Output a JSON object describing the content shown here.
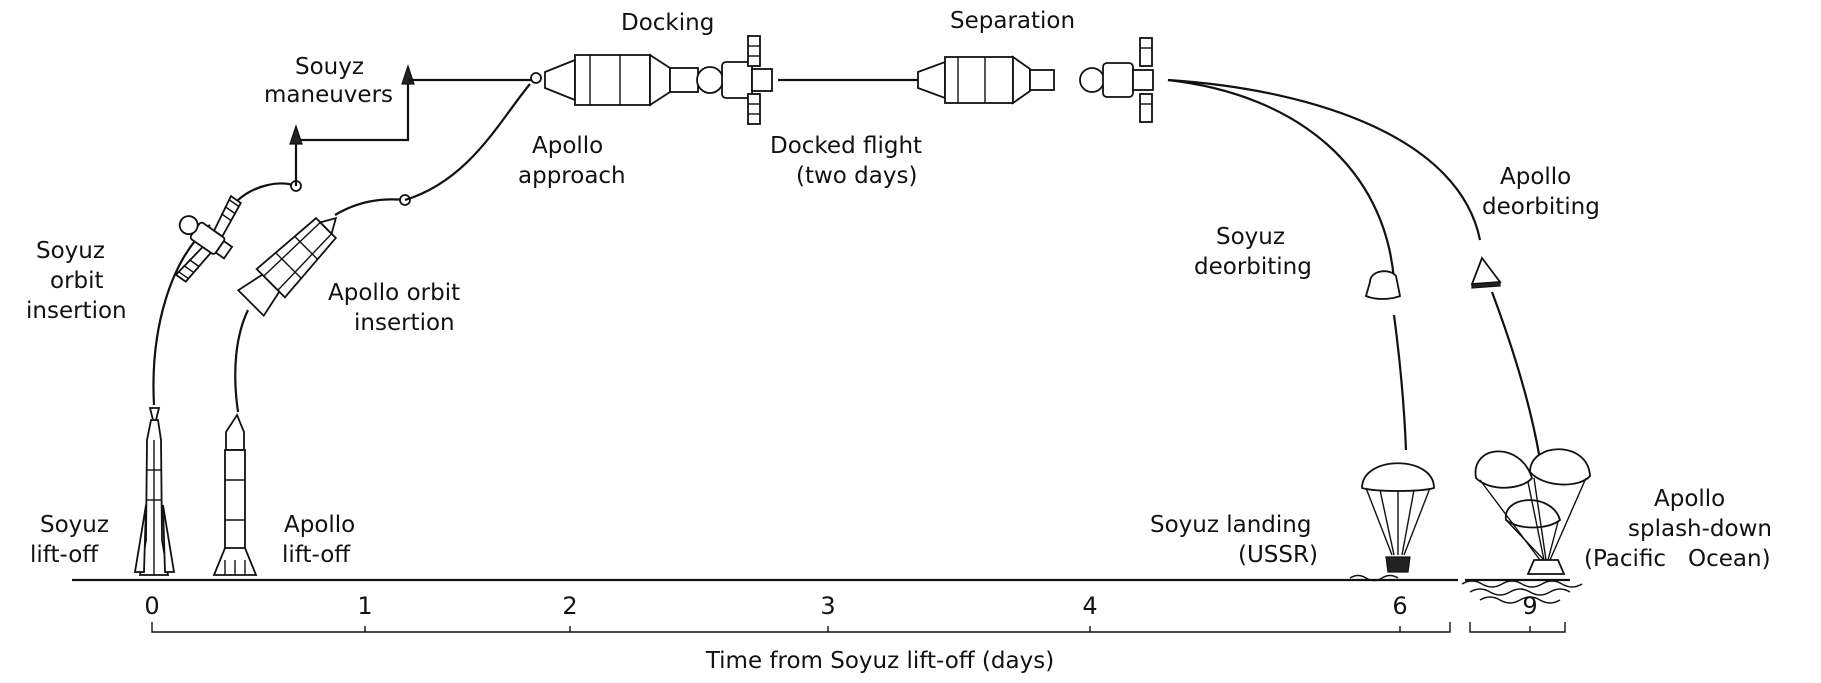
{
  "labels": {
    "souyz_maneuvers_1": "Souyz",
    "souyz_maneuvers_2": "maneuvers",
    "docking": "Docking",
    "separation": "Separation",
    "apollo_approach_1": "Apollo",
    "apollo_approach_2": "approach",
    "docked_flight_1": "Docked flight",
    "docked_flight_2": "(two days)",
    "soyuz_orbit_1": "Soyuz",
    "soyuz_orbit_2": "orbit",
    "soyuz_orbit_3": "insertion",
    "apollo_orbit_1": "Apollo orbit",
    "apollo_orbit_2": "insertion",
    "apollo_deorbiting_1": "Apollo",
    "apollo_deorbiting_2": "deorbiting",
    "soyuz_deorbiting_1": "Soyuz",
    "soyuz_deorbiting_2": "deorbiting",
    "soyuz_liftoff_1": "Soyuz",
    "soyuz_liftoff_2": "lift-off",
    "apollo_liftoff_1": "Apollo",
    "apollo_liftoff_2": "lift-off",
    "soyuz_landing_1": "Soyuz landing",
    "soyuz_landing_2": "(USSR)",
    "apollo_splash_1": "Apollo",
    "apollo_splash_2": "splash-down",
    "apollo_splash_3": "(Pacific   Ocean)"
  },
  "axis": {
    "title": "Time from Soyuz lift-off (days)",
    "ticks": [
      "0",
      "1",
      "2",
      "3",
      "4",
      "6",
      "9"
    ]
  },
  "icons": [
    "soyuz-rocket-icon",
    "apollo-rocket-icon",
    "soyuz-spacecraft-icon",
    "apollo-spacecraft-icon",
    "docked-spacecraft-icon",
    "descent-capsule-icon",
    "parachute-icon",
    "waves-icon"
  ]
}
